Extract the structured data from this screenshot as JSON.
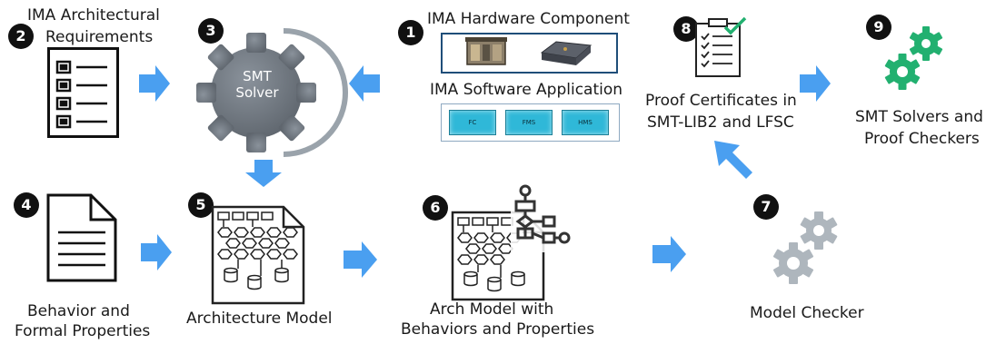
{
  "colors": {
    "arrow": "#4a9ff0",
    "gear_dark": "#6e7680",
    "gear_light": "#aeb6bd",
    "gear_green": "#22b070",
    "check_green": "#22b070",
    "hw_border": "#1f4e79",
    "sw_chip": "#2fb8d8"
  },
  "steps": {
    "s1": {
      "number": "1",
      "title_hw": "IMA Hardware Component",
      "title_sw": "IMA Software Application",
      "sw_modules": [
        "FC",
        "FMS",
        "HMS"
      ]
    },
    "s2": {
      "number": "2",
      "line1": "IMA Architectural",
      "line2": "Requirements"
    },
    "s3": {
      "number": "3",
      "gear_line1": "SMT",
      "gear_line2": "Solver"
    },
    "s4": {
      "number": "4",
      "line1": "Behavior and",
      "line2": "Formal Properties"
    },
    "s5": {
      "number": "5",
      "label": "Architecture Model"
    },
    "s6": {
      "number": "6",
      "line1": "Arch Model with",
      "line2": "Behaviors and Properties"
    },
    "s7": {
      "number": "7",
      "label": "Model Checker"
    },
    "s8": {
      "number": "8",
      "line1": "Proof Certificates in",
      "line2": "SMT-LIB2 and LFSC"
    },
    "s9": {
      "number": "9",
      "line1": "SMT Solvers and",
      "line2": "Proof Checkers"
    }
  },
  "icons": [
    "checklist-icon",
    "gear-icon",
    "hardware-board-icon",
    "document-icon",
    "architecture-model-icon",
    "flowchart-icon",
    "certificate-icon",
    "gears-icon",
    "arrow-icon"
  ]
}
